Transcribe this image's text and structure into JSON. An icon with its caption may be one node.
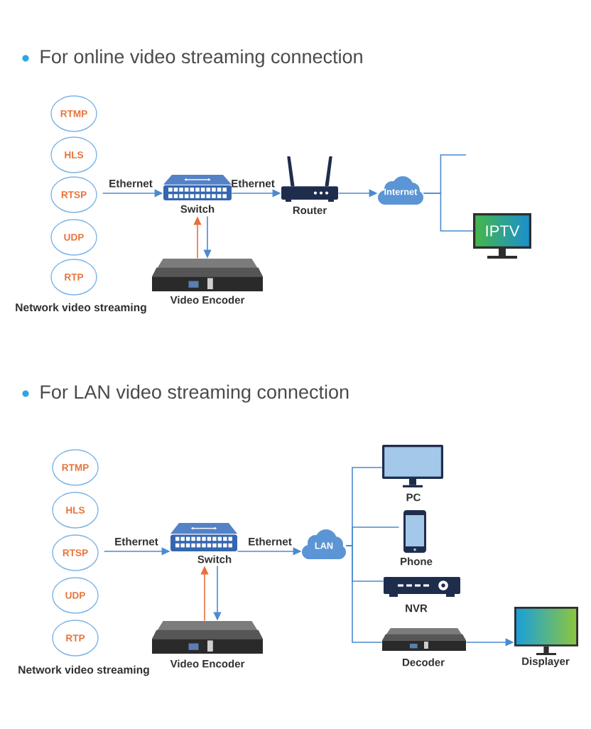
{
  "diagram": {
    "nodes": [
      {
        "text": [
          "RTMP"
        ]
      },
      {
        "text": [
          "HLS"
        ]
      },
      {
        "text": [
          "RTSP"
        ]
      },
      {
        "text": [
          "UDP"
        ]
      },
      {
        "text": [
          "RTP"
        ]
      },
      {
        "text": [
          "Switch"
        ]
      },
      {
        "text": [
          "Video Encoder"
        ]
      },
      {
        "text": [
          "Router"
        ]
      },
      {
        "text": [
          "Internet"
        ]
      },
      {
        "text": [
          "IPTV"
        ]
      },
      {
        "text": [
          "RTMP"
        ]
      },
      {
        "text": [
          "HLS"
        ]
      },
      {
        "text": [
          "RTSP"
        ]
      },
      {
        "text": [
          "UDP"
        ]
      },
      {
        "text": [
          "RTP"
        ]
      },
      {
        "text": [
          "Switch"
        ]
      },
      {
        "text": [
          "Video Encoder"
        ]
      },
      {
        "text": [
          "LAN"
        ]
      },
      {
        "text": [
          "PC"
        ]
      },
      {
        "text": [
          "Phone"
        ]
      },
      {
        "text": [
          "NVR"
        ]
      },
      {
        "text": [
          "Decoder"
        ]
      },
      {
        "text": [
          "Displayer"
        ]
      }
    ],
    "edges": [
      {
        "from": 2,
        "to": 5,
        "arrow": "to",
        "label": "Ethernet"
      },
      {
        "from": 5,
        "to": 7,
        "arrow": "to",
        "label": "Ethernet"
      },
      {
        "from": 7,
        "to": 8,
        "arrow": "to"
      },
      {
        "from": 8,
        "to": null,
        "arrow": "none"
      },
      {
        "from": 8,
        "to": 9,
        "arrow": "none"
      },
      {
        "from": 6,
        "to": 5,
        "arrow": "to",
        "color": "#e8703a"
      },
      {
        "from": 5,
        "to": 6,
        "arrow": "to"
      },
      {
        "from": 12,
        "to": 15,
        "arrow": "to",
        "label": "Ethernet"
      },
      {
        "from": 15,
        "to": 17,
        "arrow": "to",
        "label": "Ethernet"
      },
      {
        "from": 16,
        "to": 15,
        "arrow": "to",
        "color": "#e8703a"
      },
      {
        "from": 15,
        "to": 16,
        "arrow": "to"
      },
      {
        "from": 17,
        "to": 18,
        "arrow": "none"
      },
      {
        "from": 17,
        "to": 19,
        "arrow": "none"
      },
      {
        "from": 17,
        "to": 20,
        "arrow": "none"
      },
      {
        "from": 17,
        "to": 21,
        "arrow": "none"
      },
      {
        "from": 21,
        "to": 22,
        "arrow": "to"
      }
    ],
    "labels": [
      "For online video streaming connection",
      "Network video streaming",
      "For LAN video streaming connection",
      "Network video streaming"
    ]
  }
}
